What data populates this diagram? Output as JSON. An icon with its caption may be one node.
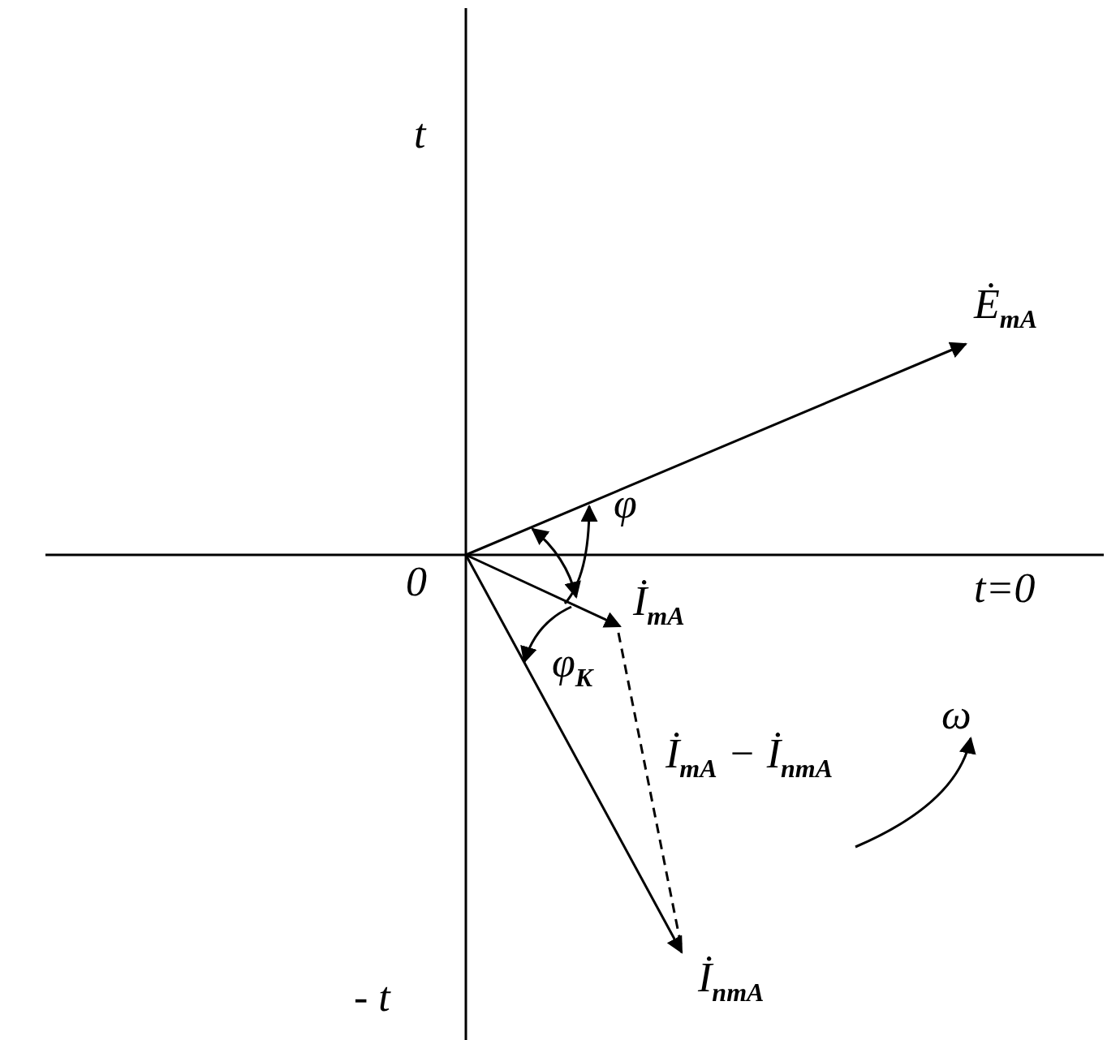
{
  "diagram": {
    "labels": [
      "t",
      "Ė$_{mA}$",
      "φ",
      "0",
      "t=0",
      "İ$_{mA}$",
      "φ$_{K}$",
      "ω",
      "İ$_{mA}$ − İ$_{пmA}$",
      "- t",
      "İ$_{пmA}$"
    ]
  }
}
